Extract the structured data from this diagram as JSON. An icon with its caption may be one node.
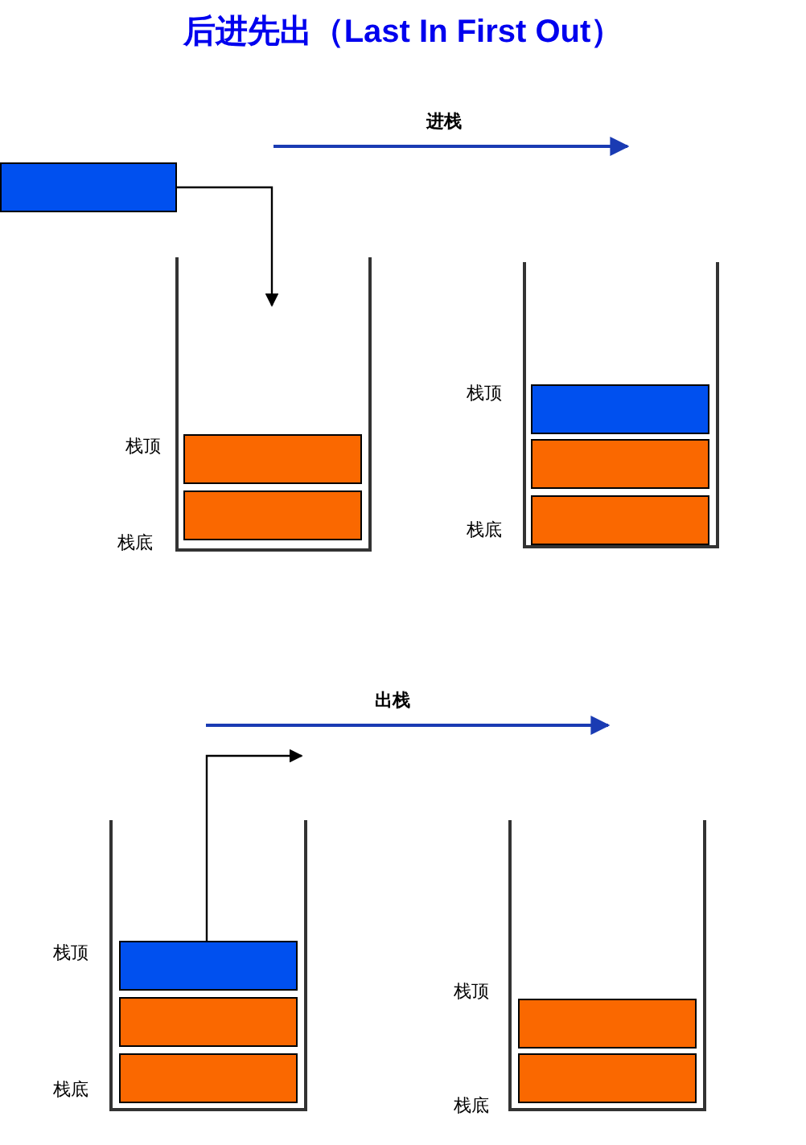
{
  "diagram": {
    "title": "后进先出（Last In First Out）",
    "nodes": [
      {
        "text": [],
        "shape": "box"
      },
      {
        "text": [],
        "shape": "box",
        "beside": [
          "栈顶",
          "栈底"
        ]
      },
      {
        "text": [],
        "shape": "box",
        "in": 1
      },
      {
        "text": [],
        "shape": "box",
        "in": 1
      },
      {
        "text": [],
        "shape": "box",
        "beside": [
          "栈顶",
          "栈底"
        ]
      },
      {
        "text": [],
        "shape": "box",
        "in": 4
      },
      {
        "text": [],
        "shape": "box",
        "in": 4
      },
      {
        "text": [],
        "shape": "box",
        "in": 4
      },
      {
        "text": [],
        "shape": "box",
        "beside": [
          "栈顶",
          "栈底"
        ]
      },
      {
        "text": [],
        "shape": "box",
        "in": 8
      },
      {
        "text": [],
        "shape": "box",
        "in": 8
      },
      {
        "text": [],
        "shape": "box",
        "in": 8
      },
      {
        "text": [],
        "shape": "box",
        "beside": [
          "栈顶",
          "栈底"
        ]
      },
      {
        "text": [],
        "shape": "box",
        "in": 12
      },
      {
        "text": [],
        "shape": "box",
        "in": 12
      }
    ],
    "edges": [
      {
        "from": 0,
        "to": 1,
        "arrow": "to"
      },
      {
        "from": 9,
        "to": null,
        "arrow": "to"
      }
    ],
    "labels": [
      "进栈",
      "出栈"
    ]
  }
}
